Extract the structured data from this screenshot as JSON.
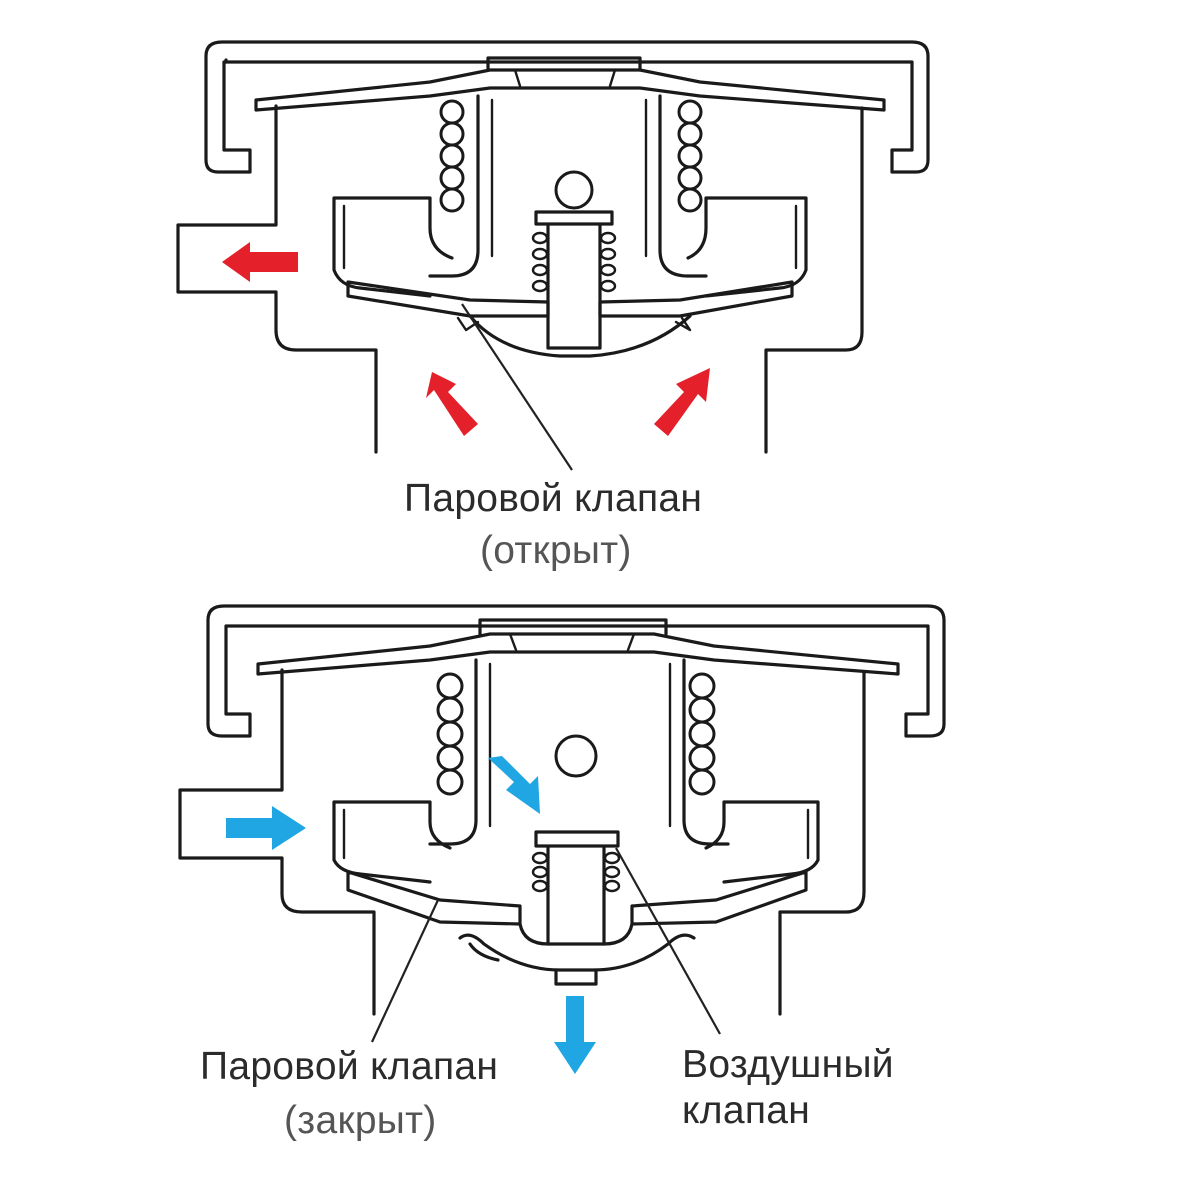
{
  "colors": {
    "hot_arrow": "#e4202b",
    "cold_arrow": "#1fa6e3",
    "line": "#1a1a1a"
  },
  "top_diagram": {
    "label_line1": "Паровой клапан",
    "label_line2": "(открыт)"
  },
  "bottom_diagram": {
    "steam_label_line1": "Паровой клапан",
    "steam_label_line2": "(закрыт)",
    "air_label_line1": "Воздушный",
    "air_label_line2": "клапан"
  }
}
